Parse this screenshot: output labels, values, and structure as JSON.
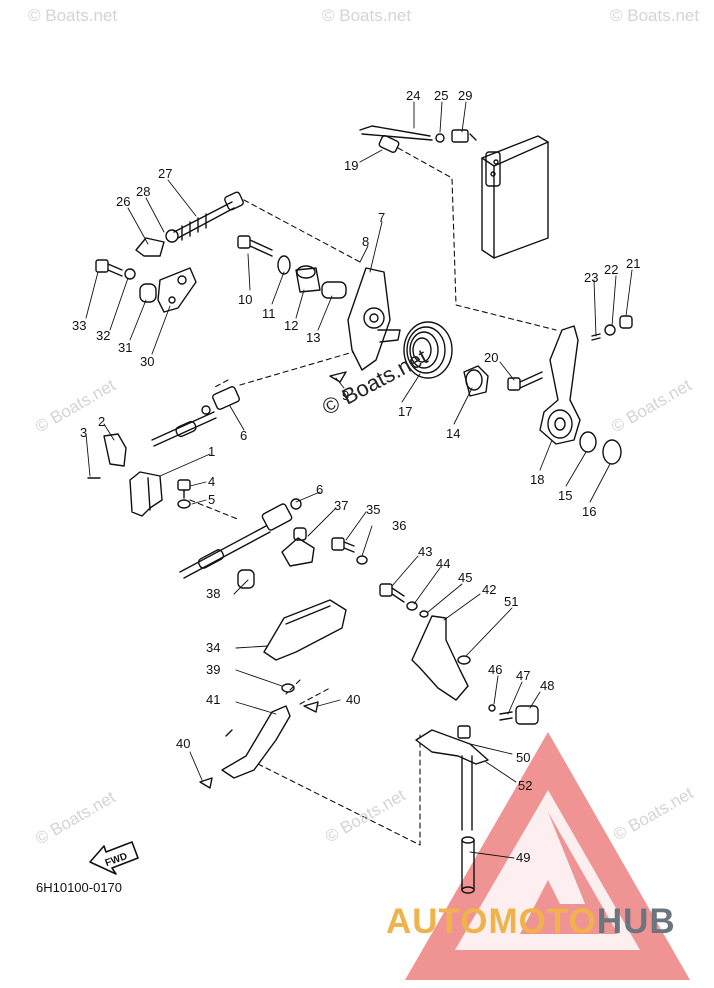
{
  "watermark": {
    "text": "© Boats.net",
    "center_text": "© Boats.net"
  },
  "diagram_code": "6H10100-0170",
  "fwd_label": "FWD",
  "brand": {
    "part1": "AUTOMOTO",
    "part2": "HUB",
    "color1": "#f0b24a",
    "color2": "#6b7580",
    "triangle_color": "#e23a3a"
  },
  "part_numbers": [
    "1",
    "2",
    "3",
    "4",
    "5",
    "6",
    "6",
    "7",
    "8",
    "9",
    "10",
    "11",
    "12",
    "13",
    "14",
    "15",
    "16",
    "17",
    "18",
    "19",
    "20",
    "21",
    "22",
    "23",
    "24",
    "25",
    "26",
    "27",
    "28",
    "29",
    "30",
    "31",
    "32",
    "33",
    "34",
    "35",
    "36",
    "37",
    "38",
    "39",
    "40",
    "40",
    "41",
    "42",
    "43",
    "44",
    "45",
    "46",
    "47",
    "48",
    "49",
    "50",
    "51",
    "52"
  ]
}
